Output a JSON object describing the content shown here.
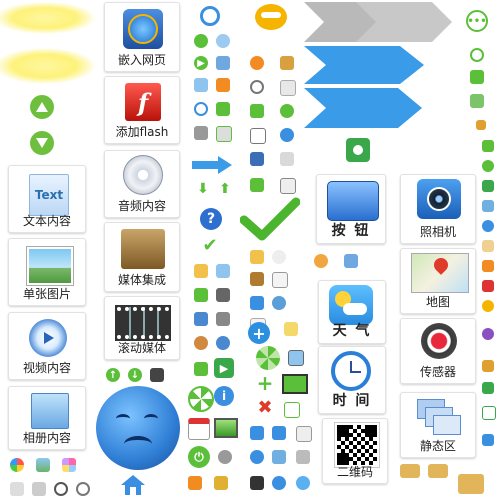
{
  "tiles": {
    "embed_web": "嵌入网页",
    "add_flash": "添加flash",
    "audio": "音频内容",
    "media_set": "媒体集成",
    "scroll_media": "滚动媒体",
    "text_content": "文本内容",
    "single_image": "单张图片",
    "video_content": "视频内容",
    "album_content": "相册内容",
    "button": "按 钮",
    "camera": "照相机",
    "weather": "天 气",
    "map": "地图",
    "time": "时 间",
    "sensor": "传感器",
    "qrcode": "二维码",
    "static_area": "静态区"
  },
  "text_icon_label": "Text",
  "flash_letter": "f",
  "colors": {
    "green": "#5bbf3a",
    "blue": "#2d8fe0",
    "arrow_gray": "#b9b9b9",
    "arrow_blue": "#3a9be8"
  }
}
